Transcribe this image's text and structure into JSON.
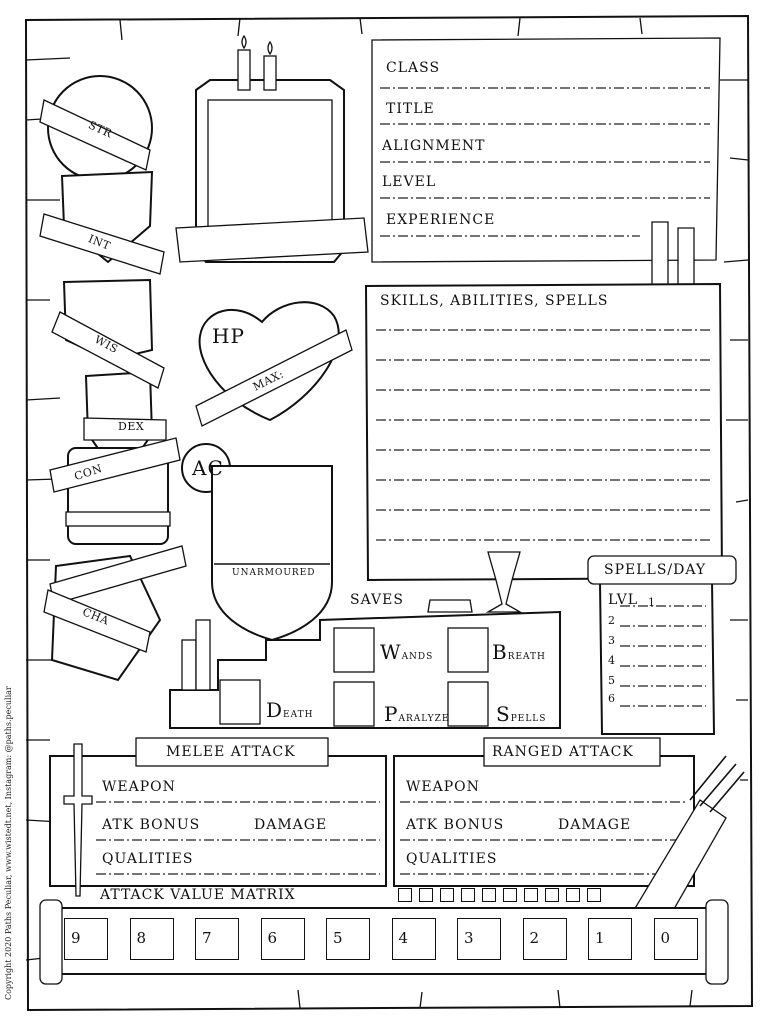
{
  "identity": {
    "class_label": "CLASS",
    "title_label": "TITLE",
    "alignment_label": "ALIGNMENT",
    "level_label": "LEVEL",
    "experience_label": "EXPERIENCE"
  },
  "abilities": [
    "STR",
    "INT",
    "WIS",
    "DEX",
    "CON",
    "CHA"
  ],
  "hp": {
    "label": "HP",
    "max_label": "MAX:"
  },
  "ac": {
    "label": "AC",
    "unarmoured_label": "UNARMOURED"
  },
  "skills_label": "SKILLS, ABILITIES, SPELLS",
  "saves": {
    "title": "SAVES",
    "items": [
      {
        "initial": "W",
        "rest": "ANDS"
      },
      {
        "initial": "B",
        "rest": "REATH"
      },
      {
        "initial": "D",
        "rest": "EATH"
      },
      {
        "initial": "P",
        "rest": "ARALYZE"
      },
      {
        "initial": "S",
        "rest": "PELLS"
      }
    ]
  },
  "spells_per_day": {
    "title": "SPELLS/DAY",
    "lvl_label": "LVL",
    "levels": [
      "1",
      "2",
      "3",
      "4",
      "5",
      "6"
    ]
  },
  "melee": {
    "title": "MELEE ATTACK",
    "weapon_label": "WEAPON",
    "atk_bonus_label": "ATK BONUS",
    "damage_label": "DAMAGE",
    "qualities_label": "QUALITIES"
  },
  "ranged": {
    "title": "RANGED ATTACK",
    "weapon_label": "WEAPON",
    "atk_bonus_label": "ATK BONUS",
    "damage_label": "DAMAGE",
    "qualities_label": "QUALITIES"
  },
  "matrix": {
    "title": "ATTACK VALUE MATRIX",
    "values": [
      "9",
      "8",
      "7",
      "6",
      "5",
      "4",
      "3",
      "2",
      "1",
      "0"
    ]
  },
  "copyright": "Copyright 2020 Paths Peculiar, www.wistedt.net, Instagram: @paths.peculiar"
}
